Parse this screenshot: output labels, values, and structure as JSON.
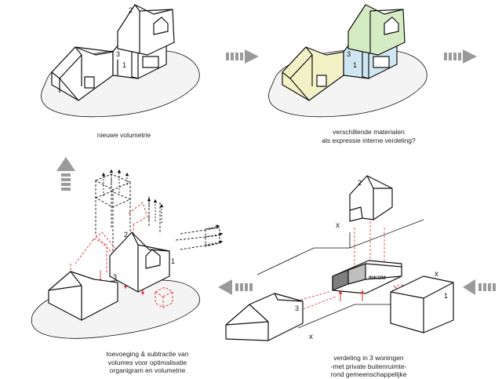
{
  "captions": {
    "step1": [
      "nieuwe volumetrie"
    ],
    "step2": [
      "verschillende materialen",
      "als expressie interne verdeling?"
    ],
    "step3": [
      "toevoeging & subtractie van",
      "volumes voor optimalisatie",
      "organigram en volumetrie"
    ],
    "step4": [
      "verdeling in 3 woningen",
      "-met private buitenruimte-",
      "rond gemeenschappelijke"
    ]
  },
  "volume_labels": {
    "step1": [
      "2",
      "3",
      "1"
    ],
    "step2": [
      "3",
      "1"
    ],
    "step3": [
      "2",
      "3",
      "1"
    ],
    "step4": [
      "2",
      "3",
      "1"
    ]
  },
  "entrance_label": "INKOM",
  "cut_mark": "x",
  "colors": {
    "line": "#111111",
    "ground": "#f4f4f4",
    "arrow": "#9a9a9a",
    "red_dashed": "#e03030",
    "yellow_volume": "#f3f2c6",
    "blue_volume": "#cfe7f2",
    "green_volume": "#d5ebc4"
  },
  "icons": [
    "right-arrow-icon",
    "up-arrow-icon",
    "left-arrow-icon"
  ]
}
